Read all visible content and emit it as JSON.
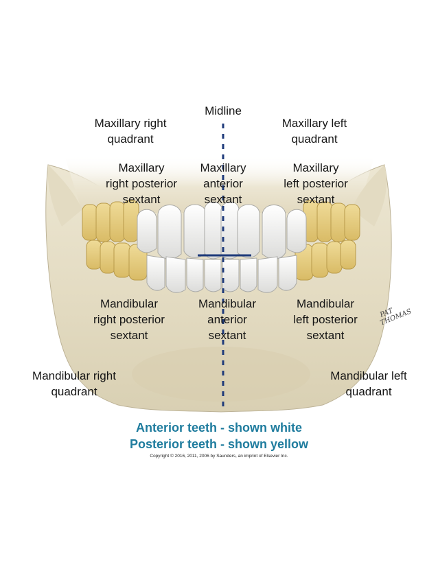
{
  "labels": {
    "midline": "Midline",
    "maxillary_right_quadrant": [
      "Maxillary right",
      "quadrant"
    ],
    "maxillary_left_quadrant": [
      "Maxillary left",
      "quadrant"
    ],
    "maxillary_right_posterior_sextant": [
      "Maxillary",
      "right posterior",
      "sextant"
    ],
    "maxillary_anterior_sextant": [
      "Maxillary",
      "anterior",
      "sextant"
    ],
    "maxillary_left_posterior_sextant": [
      "Maxillary",
      "left posterior",
      "sextant"
    ],
    "mandibular_right_posterior_sextant": [
      "Mandibular",
      "right posterior",
      "sextant"
    ],
    "mandibular_anterior_sextant": [
      "Mandibular",
      "anterior",
      "sextant"
    ],
    "mandibular_left_posterior_sextant": [
      "Mandibular",
      "left posterior",
      "sextant"
    ],
    "mandibular_right_quadrant": [
      "Mandibular right",
      "quadrant"
    ],
    "mandibular_left_quadrant": [
      "Mandibular left",
      "quadrant"
    ]
  },
  "captions": {
    "anterior": "Anterior teeth - shown white",
    "posterior": "Posterior teeth - shown yellow"
  },
  "copyright": "Copyright © 2016, 2011, 2006 by Saunders, an imprint of Elsevier Inc.",
  "signature": "PAT THOMAS",
  "colors": {
    "bone": "#e6dfc8",
    "anterior_teeth": "#f4f4f2",
    "posterior_teeth": "#e8cf80",
    "midline": "#1e3a7a",
    "caption": "#1f7c9e"
  }
}
